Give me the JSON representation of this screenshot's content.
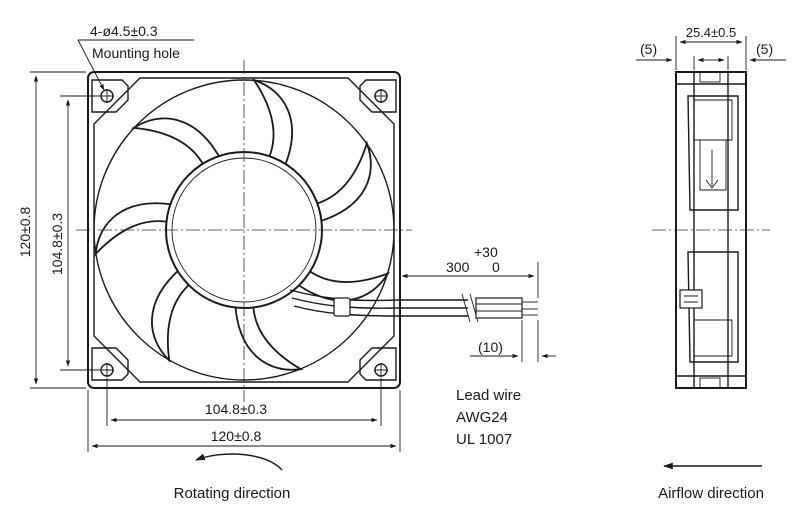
{
  "front_view": {
    "mounting_hole_dim": "4-ø4.5±0.3",
    "mounting_hole_label": "Mounting hole",
    "height_outer": "120±0.8",
    "height_hole_pitch": "104.8±0.3",
    "width_hole_pitch": "104.8±0.3",
    "width_outer": "120±0.8",
    "rotation_label": "Rotating direction"
  },
  "lead_wire": {
    "length": "300",
    "tol_plus": "+30",
    "tol_minus": "0",
    "strip_length": "(10)",
    "title": "Lead wire",
    "gauge": "AWG24",
    "standard": "UL 1007"
  },
  "side_view": {
    "depth": "25.4±0.5",
    "flange_left": "(5)",
    "flange_right": "(5)",
    "airflow_label": "Airflow direction"
  }
}
